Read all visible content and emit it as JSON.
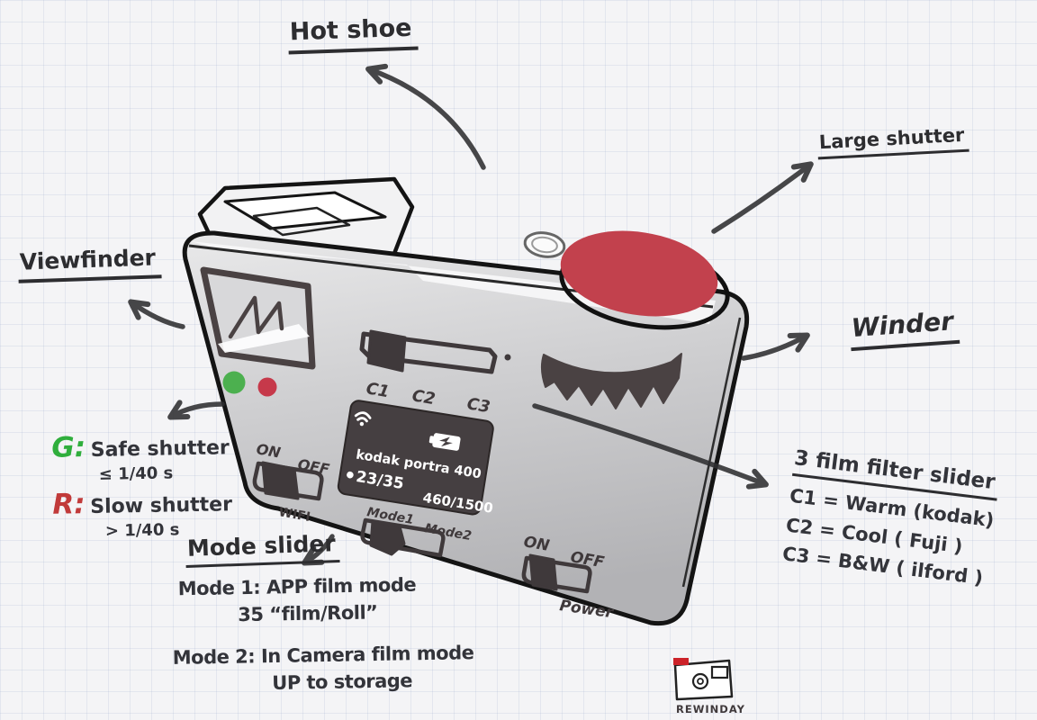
{
  "callouts": {
    "hot_shoe": "Hot shoe",
    "large_shutter": "Large shutter",
    "viewfinder": "Viewfinder",
    "winder": "Winder",
    "mode_slider": "Mode slider",
    "film_filter": "3 film filter slider"
  },
  "led_notes": {
    "green_key": "G:",
    "green_text": "Safe shutter",
    "green_value": "≤ 1/40 s",
    "red_key": "R:",
    "red_text": "Slow shutter",
    "red_value": "> 1/40 s"
  },
  "mode_notes": {
    "mode1_key": "Mode 1:",
    "mode1_text": "APP film mode",
    "mode1_sub": "35 “film/Roll”",
    "mode2_key": "Mode 2:",
    "mode2_text": "In Camera film mode",
    "mode2_sub": "UP to storage"
  },
  "filter_notes": {
    "c1": "C1 = Warm (kodak)",
    "c2": "C2 = Cool ( Fuji )",
    "c3": "C3 = B&W ( ilford )"
  },
  "camera": {
    "wifi_switch": {
      "on": "ON",
      "off": "OFF",
      "label": "WIFI"
    },
    "filter_slider": {
      "c1": "C1",
      "c2": "C2",
      "c3": "C3"
    },
    "mode_switch": {
      "mode1": "Mode1",
      "mode2": "Mode2"
    },
    "power_switch": {
      "on": "ON",
      "off": "OFF",
      "label": "Power"
    },
    "display": {
      "film_name": "kodak portra 400",
      "frame_counter": "23/35",
      "storage_counter": "460/1500"
    },
    "colors": {
      "shutter": "#c2414d",
      "led_green": "#4cb04f",
      "led_red": "#c6394a"
    }
  },
  "logo": {
    "text": "REWINDAY"
  }
}
